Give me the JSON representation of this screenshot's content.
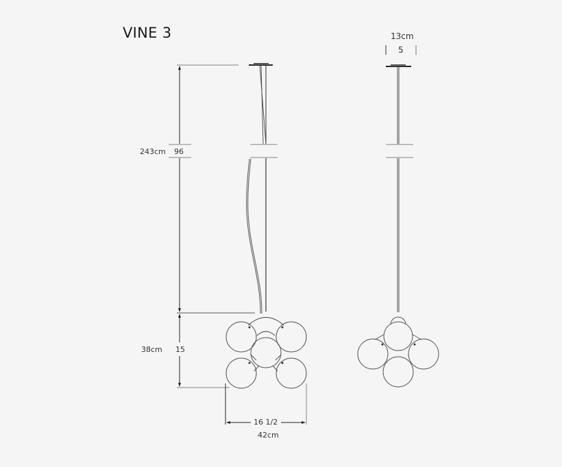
{
  "title": "VINE 3",
  "side_view": {
    "overall_height": {
      "cm": "243cm",
      "in": "96"
    },
    "fixture_height": {
      "cm": "38cm",
      "in": "15"
    },
    "fixture_width": {
      "cm": "42cm",
      "in": "16 1/2"
    }
  },
  "front_view": {
    "canopy_width": {
      "cm": "13cm",
      "in": "5"
    }
  },
  "colors": {
    "background": "#f5f5f5",
    "line": "#333333",
    "dim_line": "#999999"
  }
}
